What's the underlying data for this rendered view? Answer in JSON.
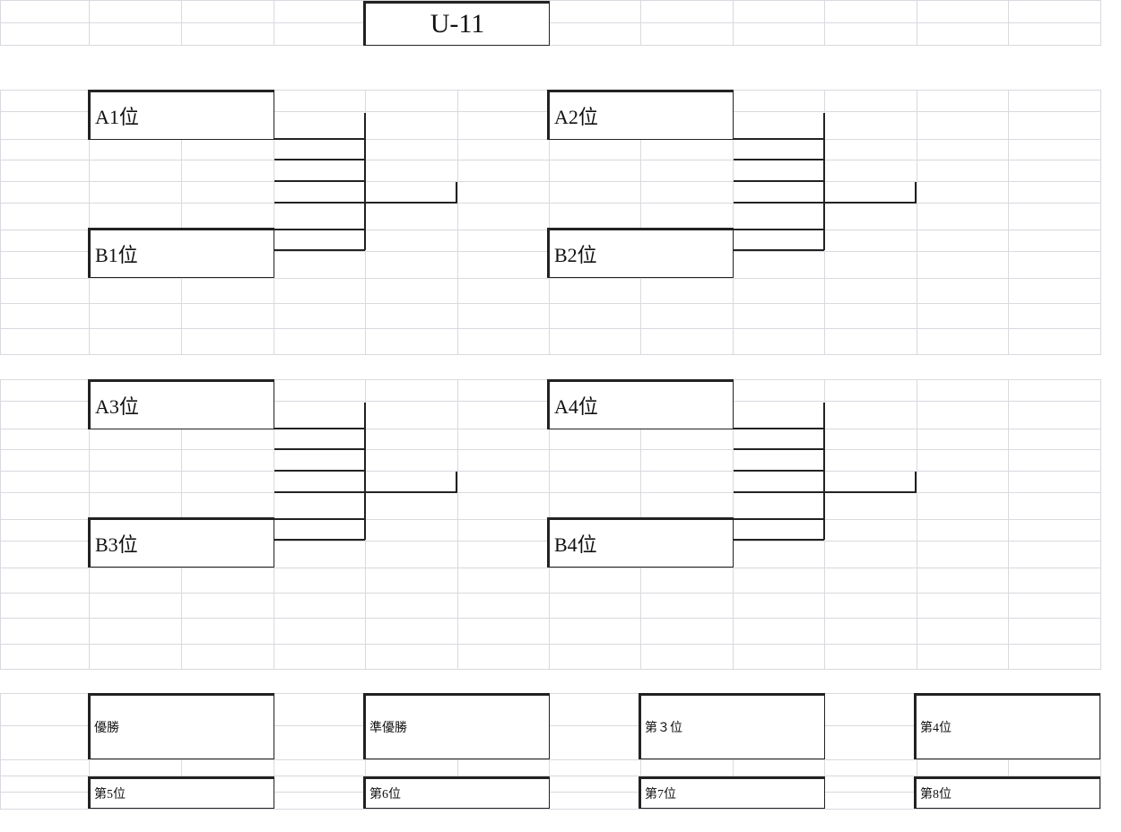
{
  "title": "U-11",
  "brackets": [
    {
      "top_team": "A1位",
      "bottom_team": "B1位"
    },
    {
      "top_team": "A2位",
      "bottom_team": "B2位"
    },
    {
      "top_team": "A3位",
      "bottom_team": "B3位"
    },
    {
      "top_team": "A4位",
      "bottom_team": "B4位"
    }
  ],
  "results_row1": [
    "優勝",
    "準優勝",
    "第３位",
    "第4位"
  ],
  "results_row2": [
    "第5位",
    "第6位",
    "第7位",
    "第8位"
  ],
  "colors": {
    "gridline": "#d9d9df",
    "ink": "#222222",
    "background": "#ffffff"
  }
}
